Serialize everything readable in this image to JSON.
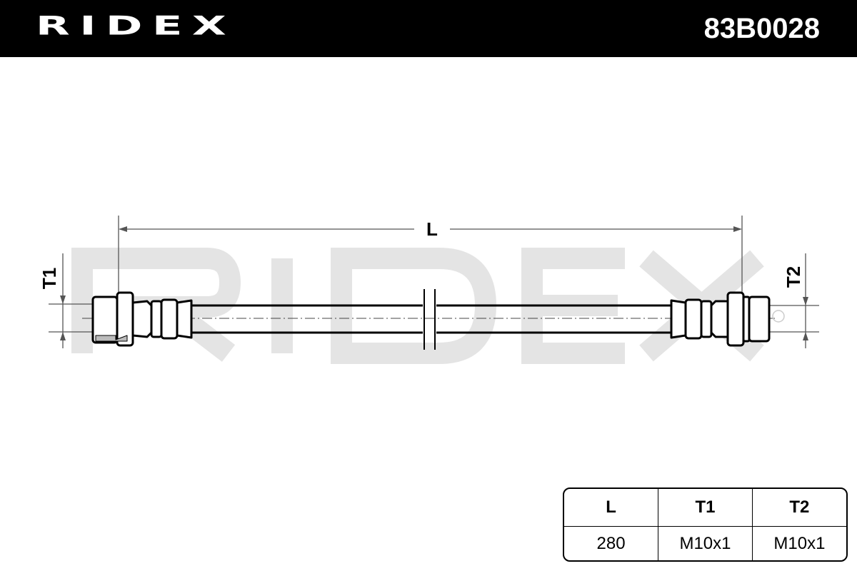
{
  "header": {
    "logo": "RIDEX",
    "part_number": "83B0028"
  },
  "drawing": {
    "length_label": "L",
    "thread1_label": "T1",
    "thread2_label": "T2",
    "watermark": "RIDEX"
  },
  "spec_table": {
    "headers": [
      "L",
      "T1",
      "T2"
    ],
    "values": [
      "280",
      "M10x1",
      "M10x1"
    ]
  }
}
